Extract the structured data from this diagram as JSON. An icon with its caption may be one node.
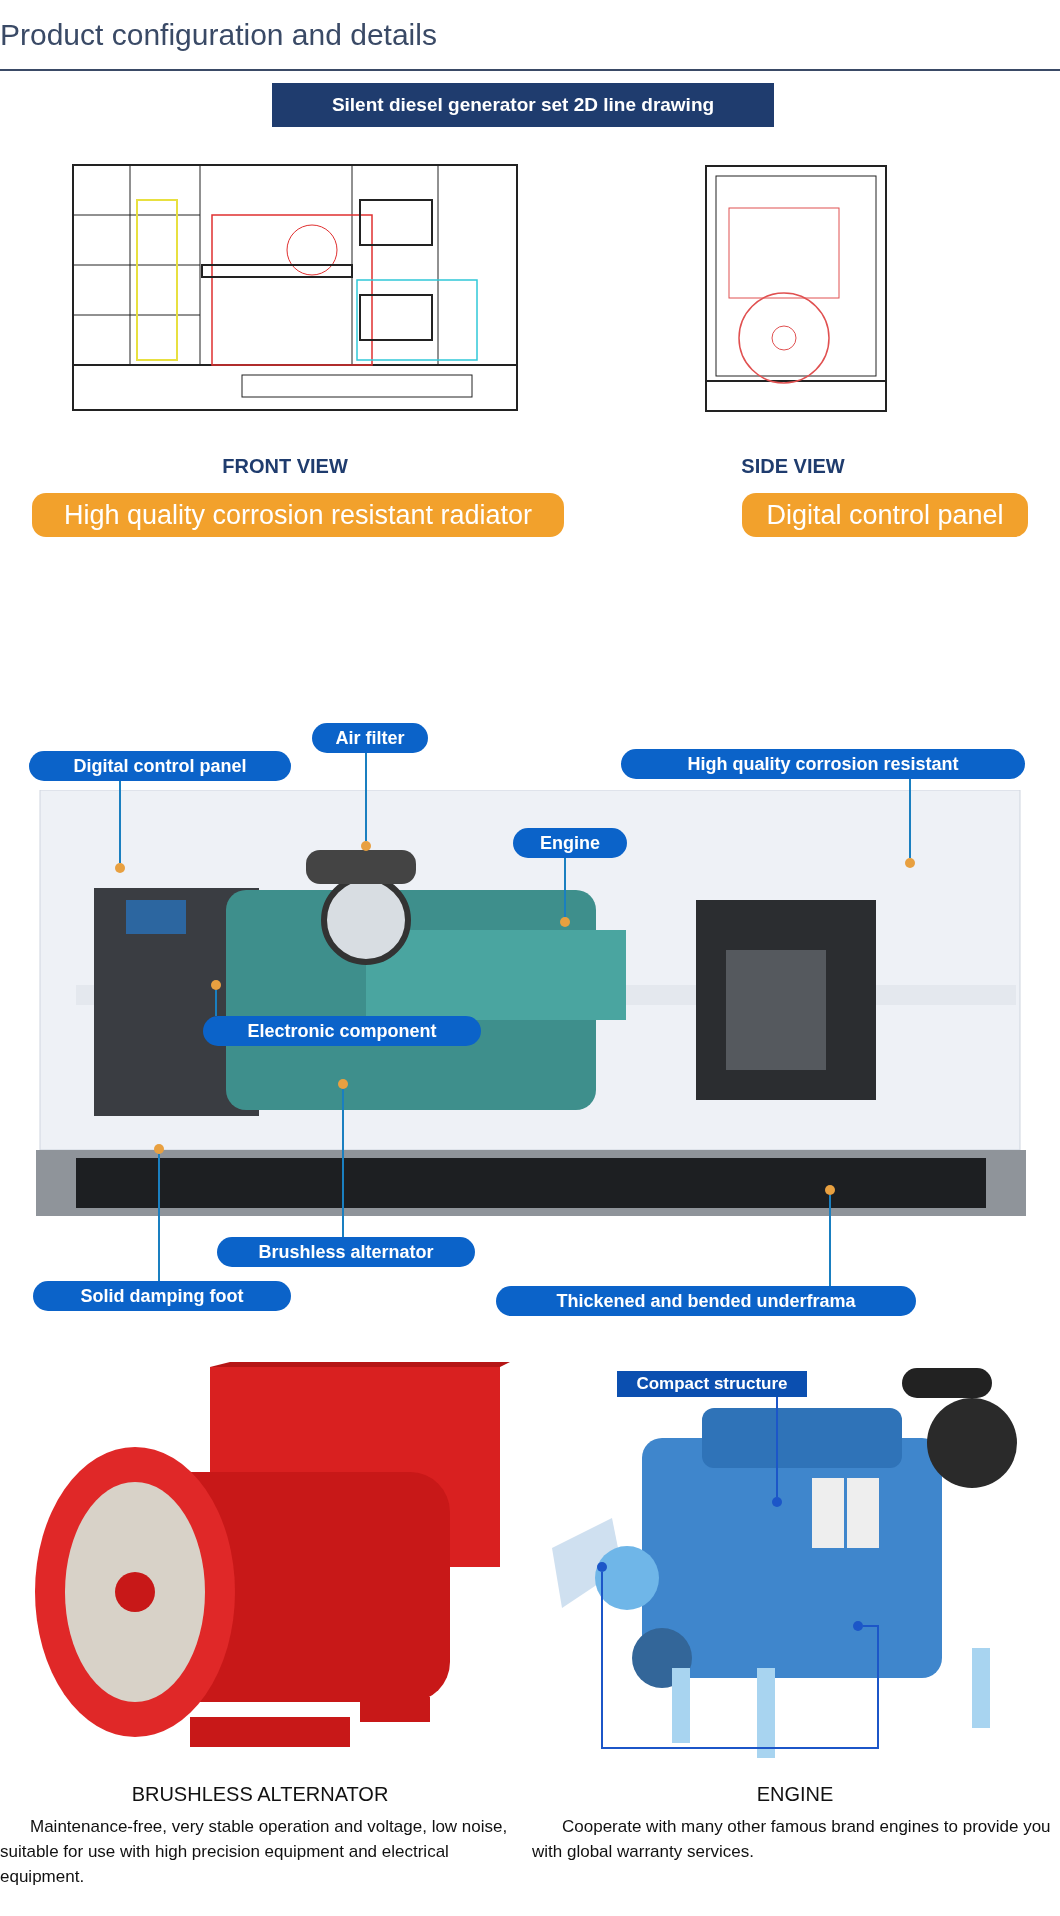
{
  "diagram": {
    "title": "Product configuration and details",
    "nodes": [
      {
        "text": [
          "Digital control panel"
        ]
      },
      {
        "text": [
          "Air filter"
        ]
      },
      {
        "text": [
          "High quality corrosion resistant"
        ]
      },
      {
        "text": [
          "Engine"
        ]
      },
      {
        "text": [
          "Electronic component"
        ]
      },
      {
        "text": [
          "Brushless alternator"
        ]
      },
      {
        "text": [
          "Solid damping foot"
        ]
      },
      {
        "text": [
          "Thickened and bended underframa"
        ]
      },
      {
        "text": [],
        "shape": "circle"
      },
      {
        "text": [],
        "shape": "circle"
      },
      {
        "text": [],
        "shape": "circle"
      },
      {
        "text": [],
        "shape": "circle"
      },
      {
        "text": [],
        "shape": "circle"
      },
      {
        "text": [],
        "shape": "circle"
      },
      {
        "text": [],
        "shape": "circle"
      },
      {
        "text": [],
        "shape": "circle"
      },
      {
        "text": [
          "Compact structure"
        ]
      },
      {
        "text": [],
        "shape": "circle"
      },
      {
        "text": [],
        "shape": "circle"
      },
      {
        "text": [],
        "shape": "circle"
      }
    ],
    "edges": [
      {
        "from": 0,
        "to": 8,
        "arrow": "none"
      },
      {
        "from": 1,
        "to": 9,
        "arrow": "none"
      },
      {
        "from": 2,
        "to": 10,
        "arrow": "none"
      },
      {
        "from": 3,
        "to": 11,
        "arrow": "none"
      },
      {
        "from": 4,
        "to": 12,
        "arrow": "none"
      },
      {
        "from": 5,
        "to": 13,
        "arrow": "none"
      },
      {
        "from": 6,
        "to": 14,
        "arrow": "none"
      },
      {
        "from": 7,
        "to": 15,
        "arrow": "none"
      },
      {
        "from": 16,
        "to": 17,
        "arrow": "none"
      },
      {
        "from": 18,
        "to": 19,
        "arrow": "none"
      }
    ],
    "labels": [
      "Silent diesel generator set 2D line drawing",
      "FRONT VIEW",
      "SIDE VIEW",
      "High quality corrosion resistant radiator",
      "Digital control panel",
      "BRUSHLESS ALTERNATOR",
      "Maintenance-free, very stable operation and voltage, low noise, suitable for use with high precision equipment and electrical equipment.",
      "ENGINE",
      "Cooperate with many other famous brand engines to provide you with global warranty services."
    ]
  }
}
